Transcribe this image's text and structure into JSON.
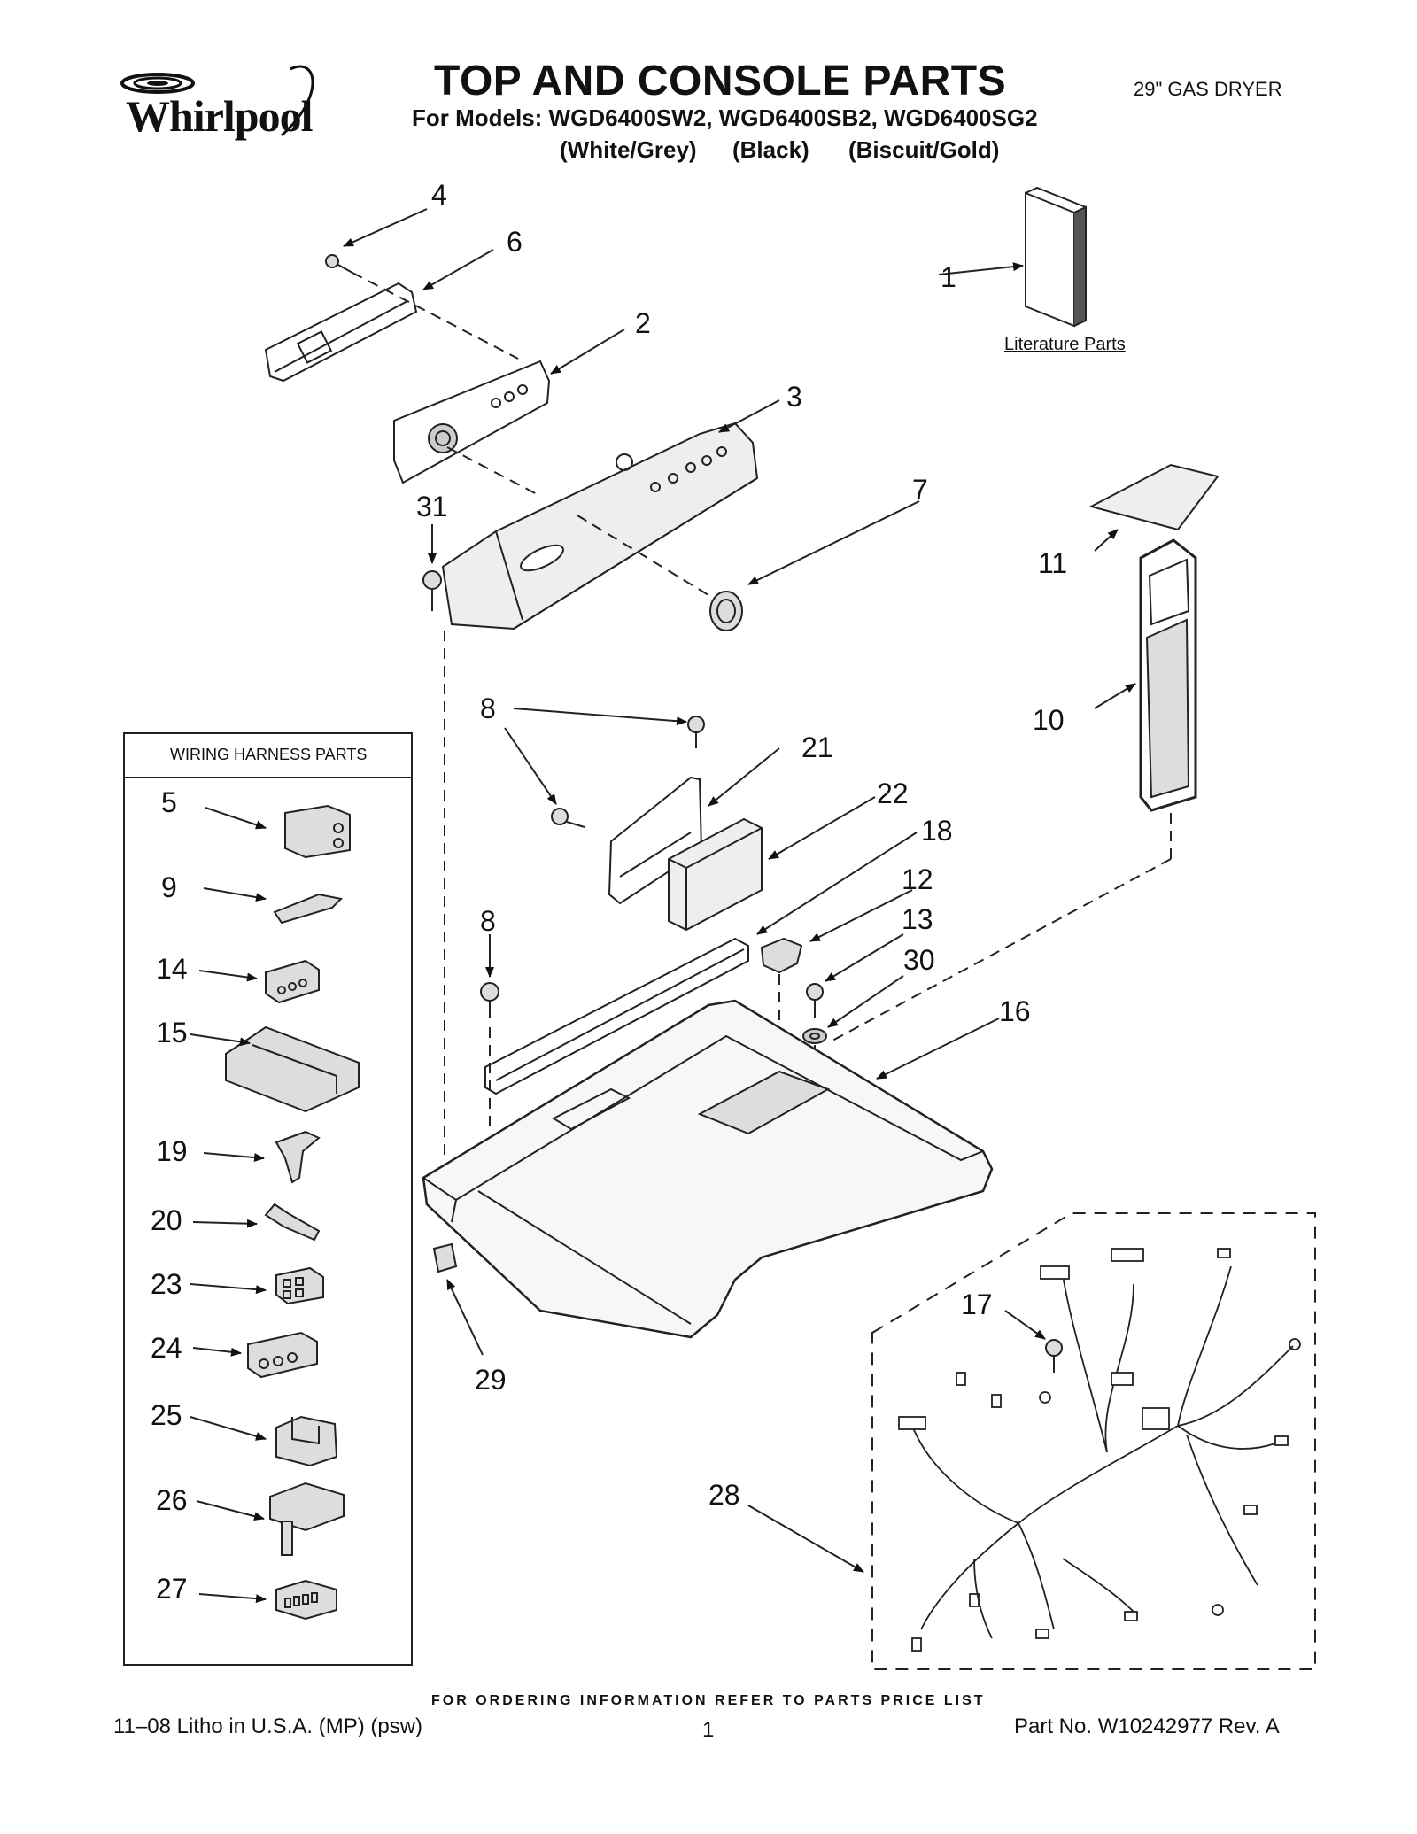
{
  "brand": "Whirlpool",
  "header": {
    "title": "TOP AND CONSOLE PARTS",
    "models_line": "For Models: WGD6400SW2, WGD6400SB2, WGD6400SG2",
    "variants": [
      "(White/Grey)",
      "(Black)",
      "(Biscuit/Gold)"
    ],
    "product": "29\" GAS DRYER"
  },
  "literature": {
    "callout": "1",
    "caption": "Literature Parts"
  },
  "wiring_harness": {
    "title": "WIRING HARNESS PARTS",
    "items": [
      "5",
      "9",
      "14",
      "15",
      "19",
      "20",
      "23",
      "24",
      "25",
      "26",
      "27"
    ]
  },
  "callouts": {
    "c2": "2",
    "c3": "3",
    "c4": "4",
    "c6": "6",
    "c7": "7",
    "c8a": "8",
    "c8b": "8",
    "c10": "10",
    "c11": "11",
    "c12": "12",
    "c13": "13",
    "c16": "16",
    "c17": "17",
    "c18": "18",
    "c21": "21",
    "c22": "22",
    "c28": "28",
    "c29": "29",
    "c30": "30",
    "c31": "31"
  },
  "footer": {
    "ordering_note": "FOR ORDERING INFORMATION REFER TO PARTS PRICE LIST",
    "litho": "11–08 Litho in U.S.A. (MP) (psw)",
    "page_number": "1",
    "part_number": "Part No. W10242977 Rev. A"
  }
}
